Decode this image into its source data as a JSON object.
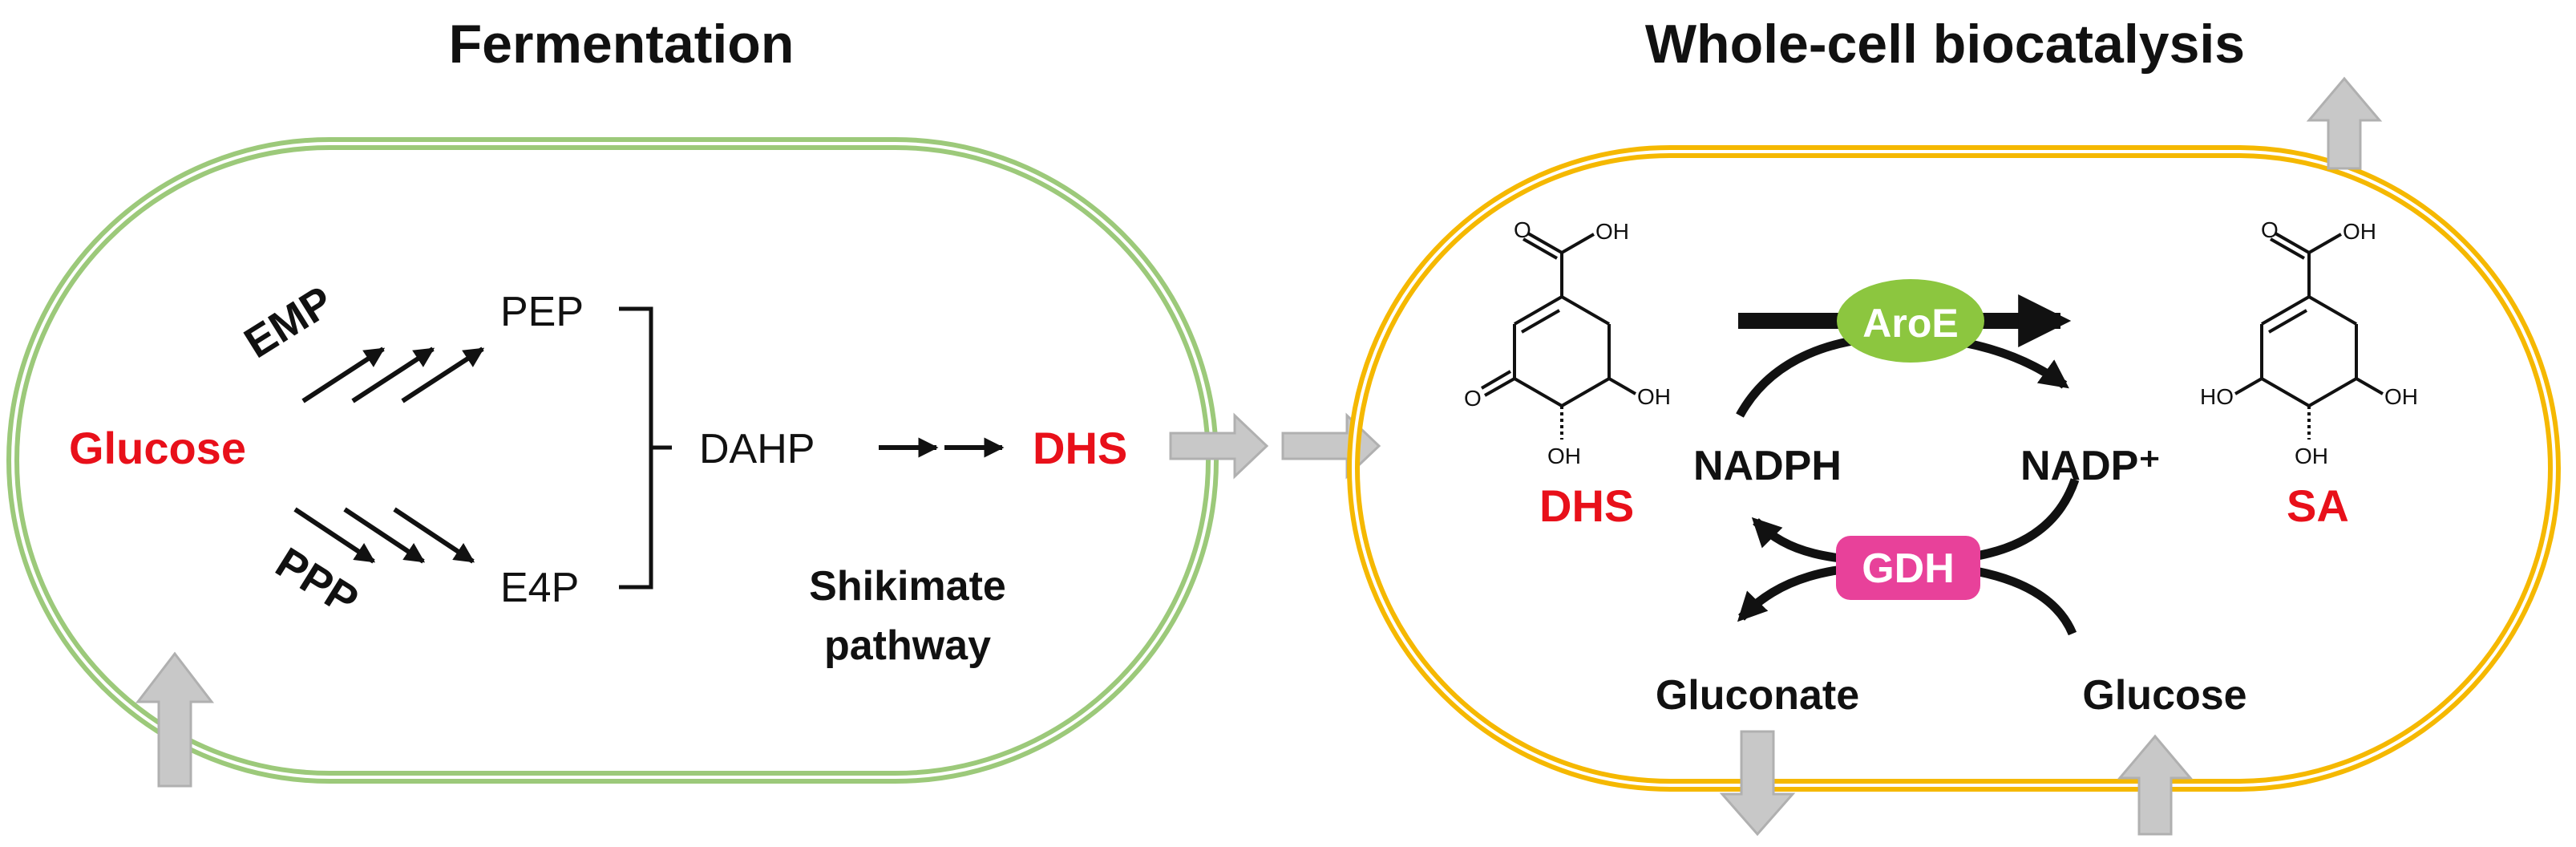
{
  "colors": {
    "red": "#e8101a",
    "black": "#111111",
    "cell_green": "#9cc97a",
    "cell_yellow": "#f5b800",
    "aroe_green": "#8cc63f",
    "gdh_pink": "#e8419a",
    "transport_arrow": "#c8c8c8"
  },
  "left_panel": {
    "title": "Fermentation",
    "substrate": "Glucose",
    "route_upper": "EMP",
    "route_lower": "PPP",
    "node_pep": "PEP",
    "node_e4p": "E4P",
    "node_dahp": "DAHP",
    "product": "DHS",
    "pathway_line1": "Shikimate",
    "pathway_line2": "pathway"
  },
  "right_panel": {
    "title": "Whole-cell biocatalysis",
    "substrate_label": "DHS",
    "product_label": "SA",
    "enzyme_1": "AroE",
    "enzyme_2": "GDH",
    "cofactor_reduced": "NADPH",
    "cofactor_oxidized": "NADP⁺",
    "co_substrate": "Glucose",
    "co_product": "Gluconate",
    "dhs_structure_labels": {
      "acid": "OH",
      "ketone": "O",
      "hydroxyl_right": "OH",
      "hydroxyl_bottom": "OH"
    },
    "sa_structure_labels": {
      "acid": "OH",
      "hydroxyl_left": "HO",
      "hydroxyl_right": "OH",
      "hydroxyl_bottom": "OH"
    },
    "carbonyl_o": "O"
  }
}
